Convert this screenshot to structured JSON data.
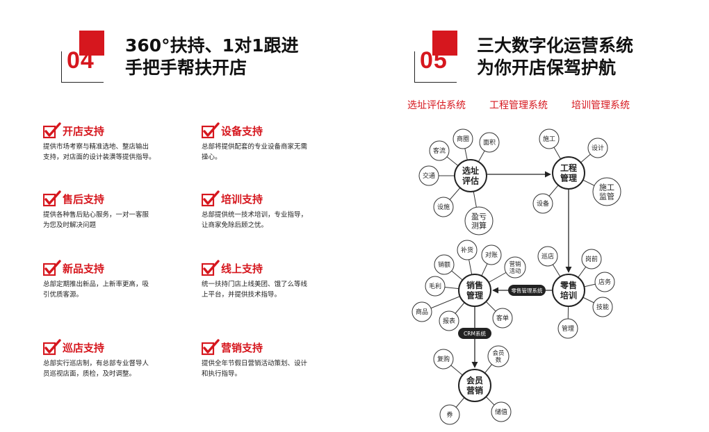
{
  "left": {
    "badge": "04",
    "title_lines": [
      "360°扶持、1对1跟进",
      "手把手帮扶开店"
    ],
    "features": [
      {
        "name": "开店支持",
        "desc": [
          "提供市场考察与精准选地、整店输出",
          "支持，对店面的设计装潢等提供指导。"
        ]
      },
      {
        "name": "设备支持",
        "desc": [
          "总部将提供配套的专业设备商家无需",
          "操心。"
        ]
      },
      {
        "name": "售后支持",
        "desc": [
          "提供各种售后贴心服务，一对一客服",
          "为您及时解决问题"
        ]
      },
      {
        "name": "培训支持",
        "desc": [
          "总部提供统一技术培训，专业指导，",
          "让商家免除后顾之忧。"
        ]
      },
      {
        "name": "新品支持",
        "desc": [
          "总部定期推出新品，上新率更高，吸",
          "引优质客源。"
        ]
      },
      {
        "name": "线上支持",
        "desc": [
          "统一扶持门店上线美团、饿了么等线",
          "上平台，并提供技术指导。"
        ]
      },
      {
        "name": "巡店支持",
        "desc": [
          "总部实行巡店制，有总部专业督导人",
          "员巡视店面，质检，及时调整。"
        ]
      },
      {
        "name": "营销支持",
        "desc": [
          "提供全年节假日营销活动策划、设计",
          "和执行指导。"
        ]
      }
    ]
  },
  "right": {
    "badge": "05",
    "title_lines": [
      "三大数字化运营系统",
      "为你开店保驾护航"
    ],
    "systems": [
      "选址评估系统",
      "工程管理系统",
      "培训管理系统"
    ],
    "hubs": [
      {
        "id": "site",
        "lines": [
          "选址",
          "评估"
        ],
        "spokes": [
          [
            "商圈"
          ],
          [
            "面积"
          ],
          [
            "客流"
          ],
          [
            "交通"
          ],
          [
            "设施"
          ],
          [
            "盈亏",
            "测算"
          ]
        ]
      },
      {
        "id": "eng",
        "lines": [
          "工程",
          "管理"
        ],
        "spokes": [
          [
            "施工"
          ],
          [
            "设计"
          ],
          [
            "施工",
            "监管"
          ],
          [
            "设备"
          ]
        ]
      },
      {
        "id": "train",
        "lines": [
          "零售",
          "培训"
        ],
        "spokes": [
          [
            "巡店"
          ],
          [
            "岗前"
          ],
          [
            "店务"
          ],
          [
            "技能"
          ],
          [
            "管理"
          ]
        ]
      },
      {
        "id": "sales",
        "lines": [
          "销售",
          "管理"
        ],
        "spokes": [
          [
            "补货"
          ],
          [
            "对账"
          ],
          [
            "营销",
            "活动"
          ],
          [
            "销额"
          ],
          [
            "毛利"
          ],
          [
            "商品"
          ],
          [
            "报表"
          ],
          [
            "客单"
          ]
        ]
      },
      {
        "id": "member",
        "lines": [
          "会员",
          "营销"
        ],
        "spokes": [
          [
            "复购"
          ],
          [
            "会员",
            "数"
          ],
          [
            "券"
          ],
          [
            "储值"
          ]
        ]
      }
    ],
    "tags": [
      "零售管理系统",
      "CRM系统"
    ]
  },
  "colors": {
    "accent": "#d6171e",
    "text": "#222222"
  }
}
